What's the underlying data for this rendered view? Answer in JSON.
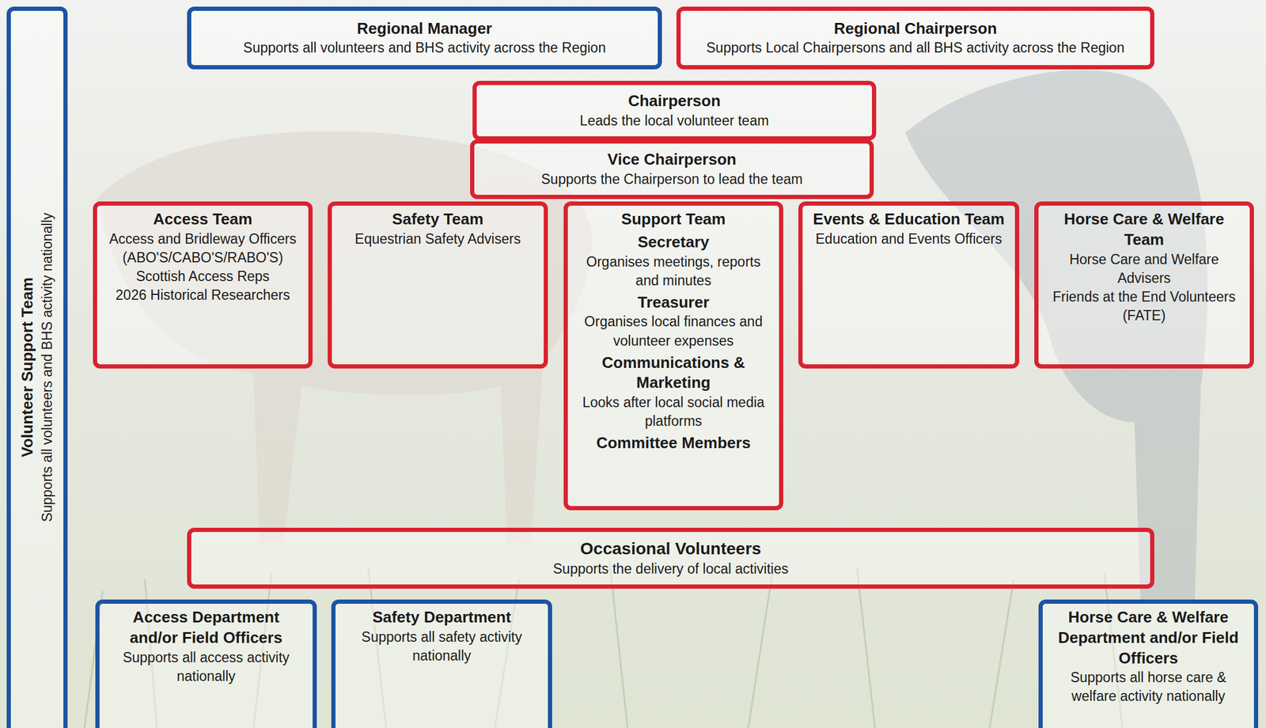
{
  "diagram": {
    "nodes": [
      {
        "text": [
          "Volunteer Support Team",
          "Supports all volunteers and BHS activity nationally"
        ]
      },
      {
        "text": [
          "Regional Manager",
          "Supports all volunteers and BHS activity across the Region"
        ]
      },
      {
        "text": [
          "Regional Chairperson",
          "Supports Local Chairpersons and all BHS activity across the Region"
        ]
      },
      {
        "text": [
          "Chairperson",
          "Leads the local volunteer team"
        ]
      },
      {
        "text": [
          "Vice Chairperson",
          "Supports the Chairperson to lead the team"
        ]
      },
      {
        "text": [
          "Access Team",
          "Access and Bridleway Officers (ABO'S/CABO'S/RABO'S)",
          "Scottish Access Reps",
          "2026 Historical Researchers"
        ]
      },
      {
        "text": [
          "Safety Team",
          "Equestrian Safety Advisers"
        ]
      },
      {
        "text": [
          "Support Team",
          "Secretary",
          "Organises meetings, reports and minutes",
          "Treasurer",
          "Organises local finances and volunteer expenses",
          "Communications & Marketing",
          "Looks after local social media platforms",
          "Committee Members"
        ]
      },
      {
        "text": [
          "Events & Education Team",
          "Education and Events Officers"
        ]
      },
      {
        "text": [
          "Horse Care & Welfare Team",
          "Horse Care and Welfare Advisers",
          "Friends at the End Volunteers (FATE)"
        ]
      },
      {
        "text": [
          "Occasional Volunteers",
          "Supports the delivery of local activities"
        ]
      },
      {
        "text": [
          "Access Department and/or Field Officers",
          "Supports all access activity nationally"
        ]
      },
      {
        "text": [
          "Safety Department",
          "Supports all safety activity nationally"
        ]
      },
      {
        "text": [
          "Horse Care & Welfare Department and/or Field Officers",
          "Supports all horse care & welfare activity nationally"
        ]
      }
    ]
  }
}
